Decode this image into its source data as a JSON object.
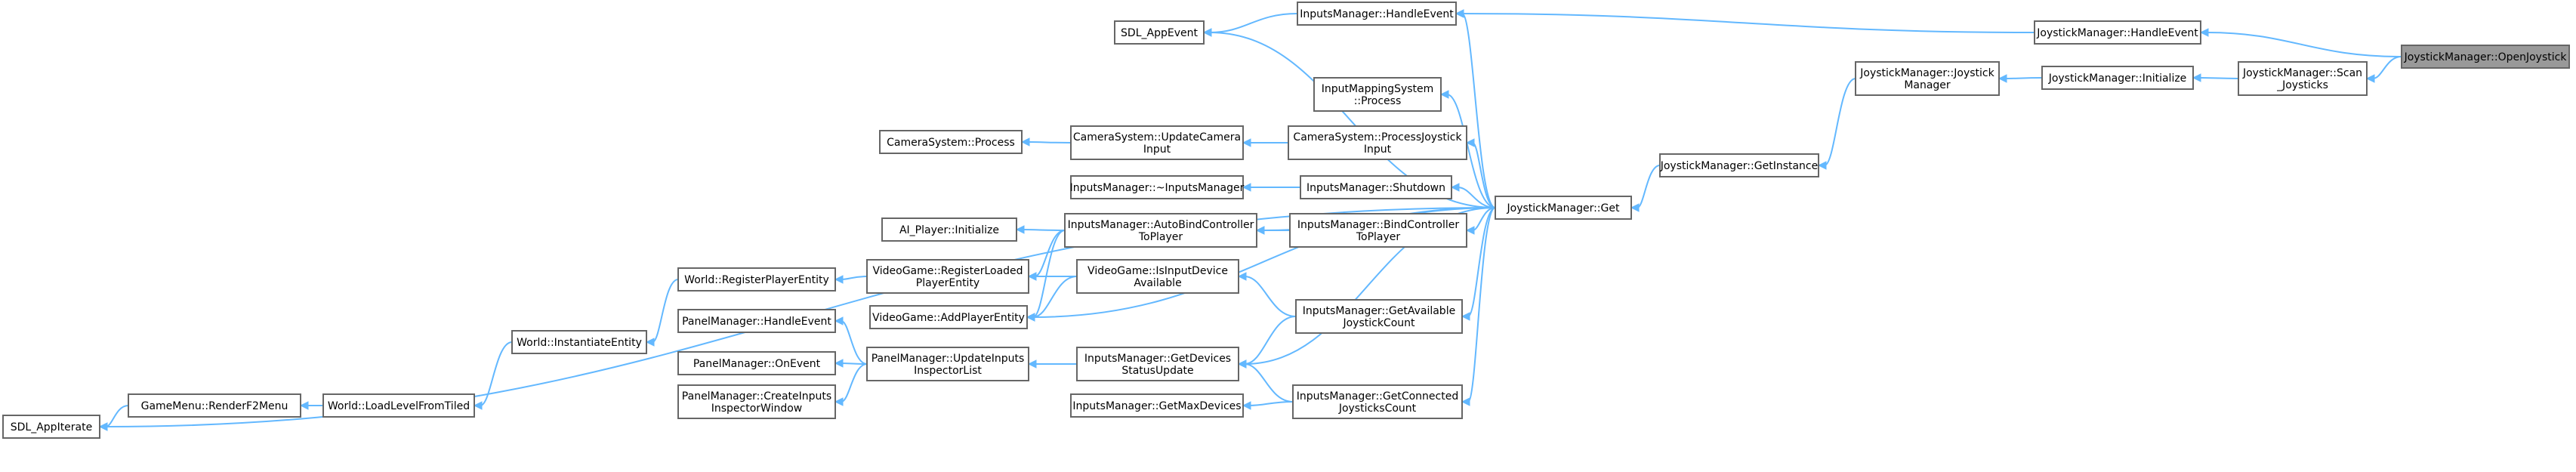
{
  "diagram": {
    "type": "call-graph",
    "colors": {
      "edge": "#63b8ff",
      "node_border": "#666666",
      "focus_fill": "#999999",
      "node_fill": "#ffffff"
    },
    "nodes": [
      {
        "id": "open",
        "lines": [
          "JoystickManager::OpenJoystick"
        ],
        "focus": true
      },
      {
        "id": "jm_handle",
        "lines": [
          "JoystickManager::HandleEvent"
        ]
      },
      {
        "id": "jm_scan",
        "lines": [
          "JoystickManager::Scan",
          "_Joysticks"
        ]
      },
      {
        "id": "jm_init",
        "lines": [
          "JoystickManager::Initialize"
        ]
      },
      {
        "id": "jm_ctor",
        "lines": [
          "JoystickManager::Joystick",
          "Manager"
        ]
      },
      {
        "id": "jm_getinst",
        "lines": [
          "JoystickManager::GetInstance"
        ]
      },
      {
        "id": "im_handle",
        "lines": [
          "InputsManager::HandleEvent"
        ]
      },
      {
        "id": "sdl_appevent",
        "lines": [
          "SDL_AppEvent"
        ]
      },
      {
        "id": "jm_get",
        "lines": [
          "JoystickManager::Get"
        ]
      },
      {
        "id": "ims_process",
        "lines": [
          "InputMappingSystem",
          "::Process"
        ]
      },
      {
        "id": "cs_ucam",
        "lines": [
          "CameraSystem::UpdateCamera",
          "Input"
        ]
      },
      {
        "id": "cs_pji",
        "lines": [
          "CameraSystem::ProcessJoystick",
          "Input"
        ]
      },
      {
        "id": "cs_process",
        "lines": [
          "CameraSystem::Process"
        ]
      },
      {
        "id": "im_dtor",
        "lines": [
          "InputsManager::~InputsManager"
        ]
      },
      {
        "id": "im_shutdown",
        "lines": [
          "InputsManager::Shutdown"
        ]
      },
      {
        "id": "im_autobind",
        "lines": [
          "InputsManager::AutoBindController",
          "ToPlayer"
        ]
      },
      {
        "id": "im_bind",
        "lines": [
          "InputsManager::BindController",
          "ToPlayer"
        ]
      },
      {
        "id": "ai_init",
        "lines": [
          "AI_Player::Initialize"
        ]
      },
      {
        "id": "vg_register",
        "lines": [
          "VideoGame::RegisterLoaded",
          "PlayerEntity"
        ]
      },
      {
        "id": "vg_isinput",
        "lines": [
          "VideoGame::IsInputDevice",
          "Available"
        ]
      },
      {
        "id": "world_register",
        "lines": [
          "World::RegisterPlayerEntity"
        ]
      },
      {
        "id": "vg_addplayer",
        "lines": [
          "VideoGame::AddPlayerEntity"
        ]
      },
      {
        "id": "im_getavail",
        "lines": [
          "InputsManager::GetAvailable",
          "JoystickCount"
        ]
      },
      {
        "id": "world_inst",
        "lines": [
          "World::InstantiateEntity"
        ]
      },
      {
        "id": "pm_handle",
        "lines": [
          "PanelManager::HandleEvent"
        ]
      },
      {
        "id": "pm_update",
        "lines": [
          "PanelManager::UpdateInputs",
          "InspectorList"
        ]
      },
      {
        "id": "im_devstatus",
        "lines": [
          "InputsManager::GetDevices",
          "StatusUpdate"
        ]
      },
      {
        "id": "pm_onevent",
        "lines": [
          "PanelManager::OnEvent"
        ]
      },
      {
        "id": "pm_create",
        "lines": [
          "PanelManager::CreateInputs",
          "InspectorWindow"
        ]
      },
      {
        "id": "gm_render",
        "lines": [
          "GameMenu::RenderF2Menu"
        ]
      },
      {
        "id": "world_load",
        "lines": [
          "World::LoadLevelFromTiled"
        ]
      },
      {
        "id": "im_getmax",
        "lines": [
          "InputsManager::GetMaxDevices"
        ]
      },
      {
        "id": "im_getconn",
        "lines": [
          "InputsManager::GetConnected",
          "JoysticksCount"
        ]
      },
      {
        "id": "sdl_appiterate",
        "lines": [
          "SDL_AppIterate"
        ]
      }
    ],
    "edges": [
      {
        "from": "jm_handle",
        "to": "open"
      },
      {
        "from": "jm_scan",
        "to": "open"
      },
      {
        "from": "jm_init",
        "to": "jm_scan"
      },
      {
        "from": "jm_ctor",
        "to": "jm_init"
      },
      {
        "from": "jm_getinst",
        "to": "jm_ctor"
      },
      {
        "from": "jm_get",
        "to": "jm_getinst"
      },
      {
        "from": "im_handle",
        "to": "jm_handle"
      },
      {
        "from": "sdl_appevent",
        "to": "im_handle"
      },
      {
        "from": "sdl_appevent",
        "to": "jm_get"
      },
      {
        "from": "im_handle",
        "to": "jm_get"
      },
      {
        "from": "ims_process",
        "to": "jm_get"
      },
      {
        "from": "cs_pji",
        "to": "jm_get"
      },
      {
        "from": "cs_ucam",
        "to": "cs_pji"
      },
      {
        "from": "cs_process",
        "to": "cs_ucam"
      },
      {
        "from": "im_shutdown",
        "to": "jm_get"
      },
      {
        "from": "im_dtor",
        "to": "im_shutdown"
      },
      {
        "from": "im_bind",
        "to": "jm_get"
      },
      {
        "from": "im_autobind",
        "to": "im_bind"
      },
      {
        "from": "im_autobind",
        "to": "jm_get"
      },
      {
        "from": "ai_init",
        "to": "im_autobind"
      },
      {
        "from": "vg_register",
        "to": "im_autobind"
      },
      {
        "from": "vg_addplayer",
        "to": "im_autobind"
      },
      {
        "from": "world_register",
        "to": "vg_register"
      },
      {
        "from": "world_inst",
        "to": "world_register"
      },
      {
        "from": "world_load",
        "to": "world_inst"
      },
      {
        "from": "gm_render",
        "to": "world_load"
      },
      {
        "from": "sdl_appiterate",
        "to": "gm_render"
      },
      {
        "from": "im_getavail",
        "to": "jm_get"
      },
      {
        "from": "vg_isinput",
        "to": "im_getavail"
      },
      {
        "from": "vg_register",
        "to": "vg_isinput"
      },
      {
        "from": "vg_addplayer",
        "to": "vg_isinput"
      },
      {
        "from": "vg_addplayer",
        "to": "jm_get"
      },
      {
        "from": "im_devstatus",
        "to": "im_getavail"
      },
      {
        "from": "im_devstatus",
        "to": "jm_get"
      },
      {
        "from": "pm_update",
        "to": "im_devstatus"
      },
      {
        "from": "pm_handle",
        "to": "pm_update"
      },
      {
        "from": "pm_onevent",
        "to": "pm_update"
      },
      {
        "from": "pm_create",
        "to": "pm_update"
      },
      {
        "from": "im_getconn",
        "to": "jm_get"
      },
      {
        "from": "im_devstatus",
        "to": "im_getconn"
      },
      {
        "from": "im_getmax",
        "to": "im_getconn"
      },
      {
        "from": "sdl_appiterate",
        "to": "jm_get"
      }
    ]
  }
}
